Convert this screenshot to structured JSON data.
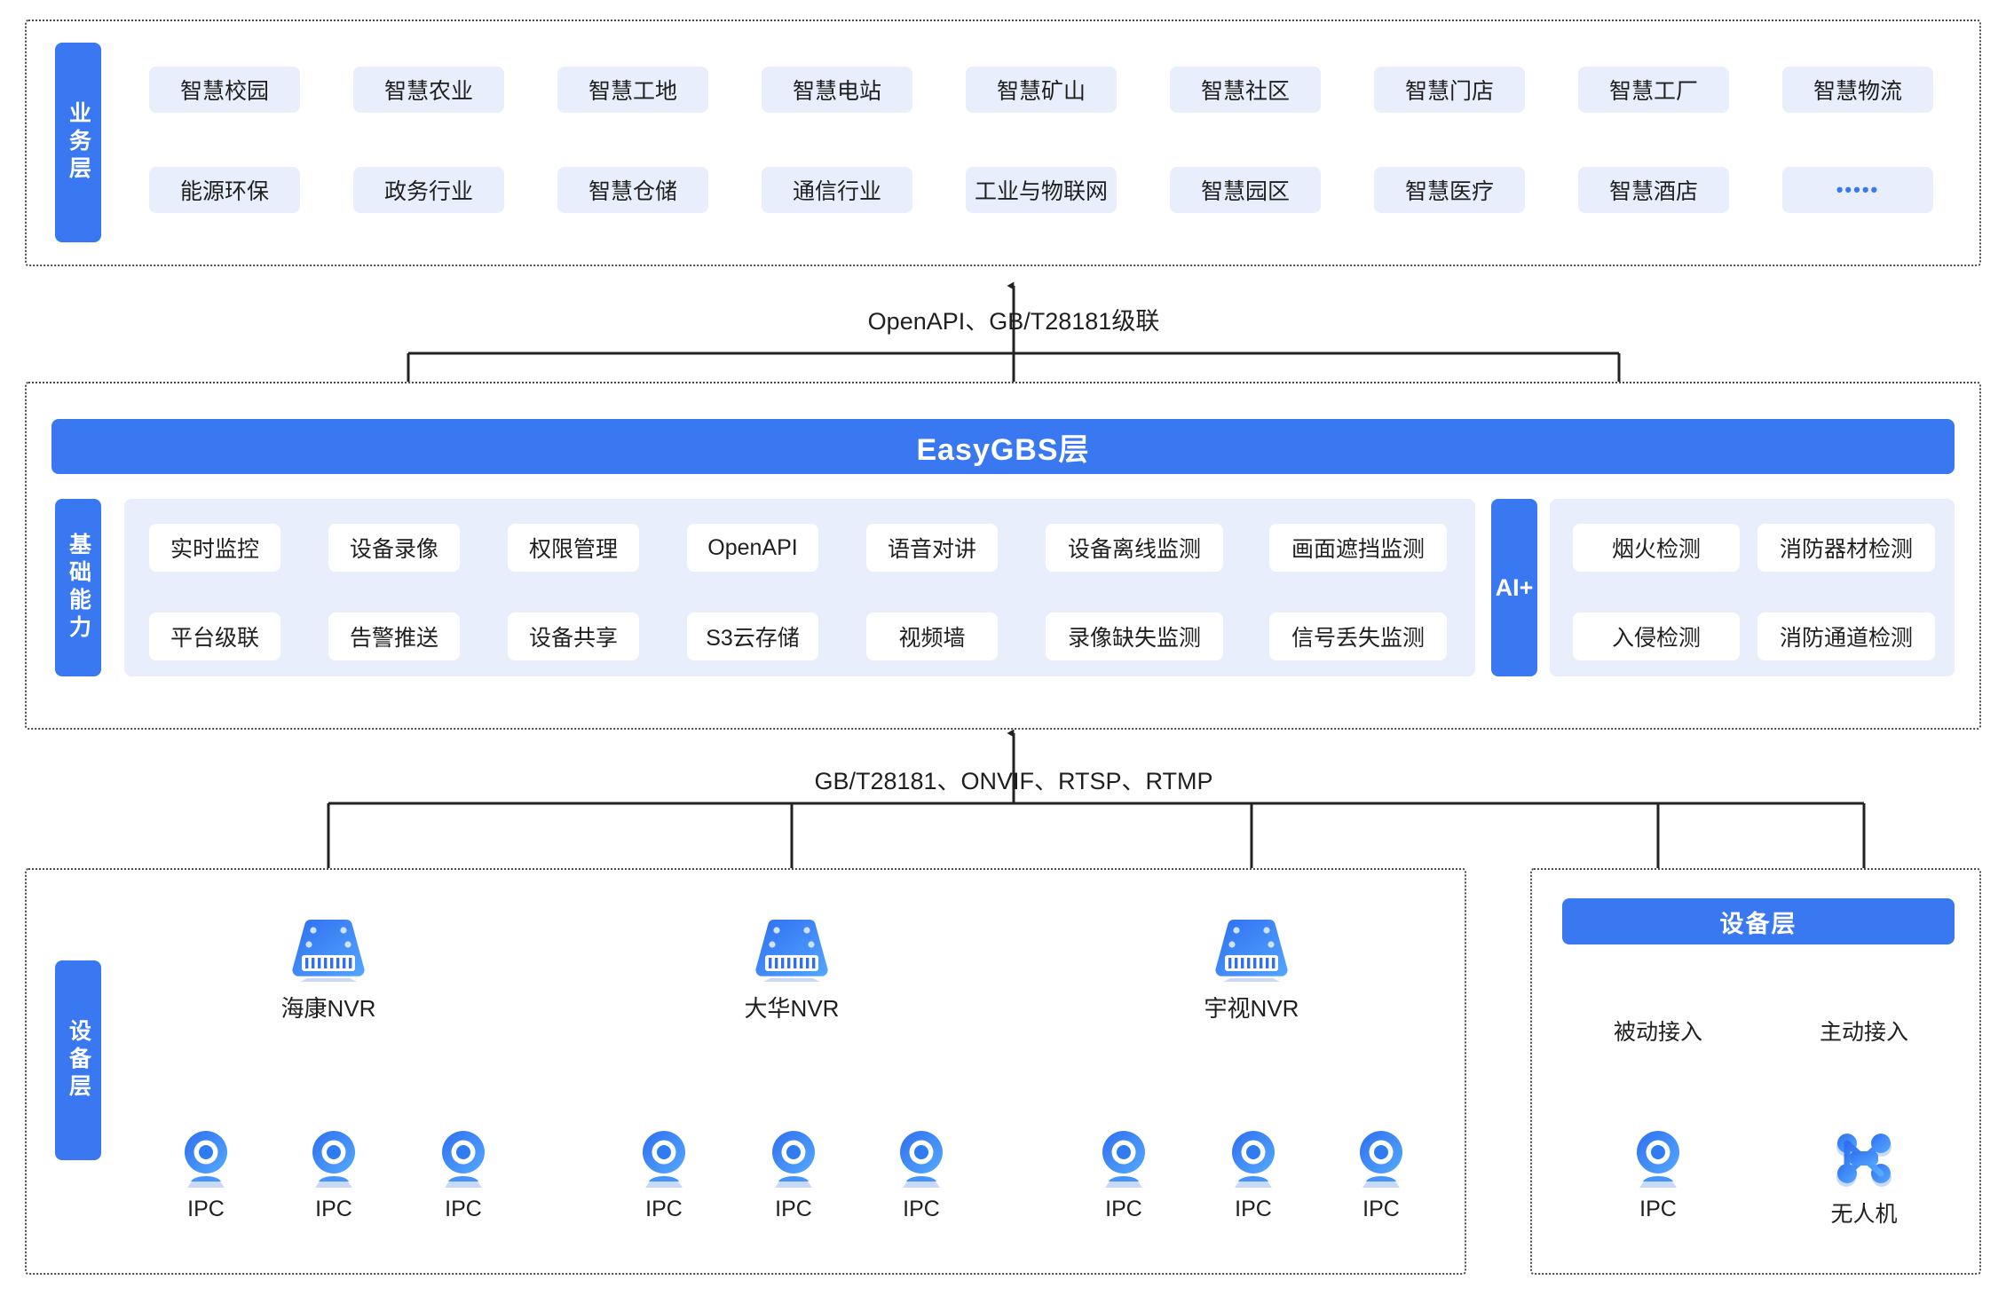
{
  "colors": {
    "brand_blue": "#3a78f2",
    "chip_bg": "#e8eefc",
    "panel_bg": "#e8eefc",
    "card_bg": "#ffffff",
    "border_dash": "#4a4a4a",
    "text": "#1f1f1f"
  },
  "business_layer": {
    "side_label": "业务层",
    "row1": [
      "智慧校园",
      "智慧农业",
      "智慧工地",
      "智慧电站",
      "智慧矿山",
      "智慧社区",
      "智慧门店",
      "智慧工厂",
      "智慧物流"
    ],
    "row2": [
      "能源环保",
      "政务行业",
      "智慧仓储",
      "通信行业",
      "工业与物联网",
      "智慧园区",
      "智慧医疗",
      "智慧酒店",
      "•••••"
    ]
  },
  "connector_top": {
    "label": "OpenAPI、GB/T28181级联"
  },
  "platform_layer": {
    "title": "EasyGBS层",
    "side_label": "基础能力",
    "capabilities_row1": [
      "实时监控",
      "设备录像",
      "权限管理",
      "OpenAPI",
      "语音对讲",
      "设备离线监测",
      "画面遮挡监测"
    ],
    "capabilities_row2": [
      "平台级联",
      "告警推送",
      "设备共享",
      "S3云存储",
      "视频墙",
      "录像缺失监测",
      "信号丢失监测"
    ],
    "ai_label": "AI+",
    "ai_row1": [
      "烟火检测",
      "消防器材检测"
    ],
    "ai_row2": [
      "入侵检测",
      "消防通道检测"
    ]
  },
  "connector_bottom": {
    "label": "GB/T28181、ONVIF、RTSP、RTMP"
  },
  "device_layer_left": {
    "side_label": "设备层",
    "groups": [
      {
        "nvr": "海康NVR",
        "cameras": [
          "IPC",
          "IPC",
          "IPC"
        ]
      },
      {
        "nvr": "大华NVR",
        "cameras": [
          "IPC",
          "IPC",
          "IPC"
        ]
      },
      {
        "nvr": "宇视NVR",
        "cameras": [
          "IPC",
          "IPC",
          "IPC"
        ]
      }
    ]
  },
  "device_layer_right": {
    "title": "设备层",
    "branches": [
      {
        "mode": "被动接入",
        "device": "IPC",
        "icon": "ip-camera-icon"
      },
      {
        "mode": "主动接入",
        "device": "无人机",
        "icon": "drone-icon"
      }
    ]
  },
  "icons": {
    "nvr": "nvr-icon",
    "camera": "ip-camera-icon",
    "drone": "drone-icon"
  }
}
